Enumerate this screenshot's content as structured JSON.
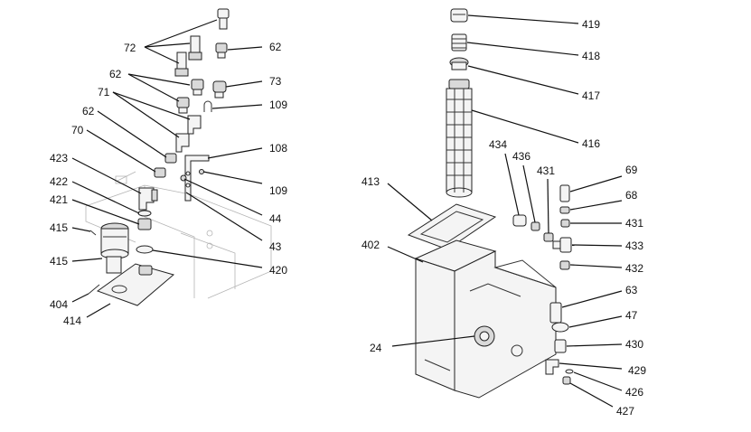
{
  "figure": {
    "callouts": [
      {
        "id": "c72",
        "text": "72"
      },
      {
        "id": "c62a",
        "text": "62"
      },
      {
        "id": "c62b",
        "text": "62"
      },
      {
        "id": "c73",
        "text": "73"
      },
      {
        "id": "c71",
        "text": "71"
      },
      {
        "id": "c109a",
        "text": "109"
      },
      {
        "id": "c62c",
        "text": "62"
      },
      {
        "id": "c70",
        "text": "70"
      },
      {
        "id": "c108",
        "text": "108"
      },
      {
        "id": "c423",
        "text": "423"
      },
      {
        "id": "c109b",
        "text": "109"
      },
      {
        "id": "c422",
        "text": "422"
      },
      {
        "id": "c421",
        "text": "421"
      },
      {
        "id": "c44",
        "text": "44"
      },
      {
        "id": "c415a",
        "text": "415"
      },
      {
        "id": "c43",
        "text": "43"
      },
      {
        "id": "c415b",
        "text": "415"
      },
      {
        "id": "c420",
        "text": "420"
      },
      {
        "id": "c404",
        "text": "404"
      },
      {
        "id": "c414",
        "text": "414"
      },
      {
        "id": "c419",
        "text": "419"
      },
      {
        "id": "c418",
        "text": "418"
      },
      {
        "id": "c417",
        "text": "417"
      },
      {
        "id": "c416",
        "text": "416"
      },
      {
        "id": "c434",
        "text": "434"
      },
      {
        "id": "c436",
        "text": "436"
      },
      {
        "id": "c431a",
        "text": "431"
      },
      {
        "id": "c69",
        "text": "69"
      },
      {
        "id": "c413",
        "text": "413"
      },
      {
        "id": "c68",
        "text": "68"
      },
      {
        "id": "c431b",
        "text": "431"
      },
      {
        "id": "c402",
        "text": "402"
      },
      {
        "id": "c433",
        "text": "433"
      },
      {
        "id": "c432",
        "text": "432"
      },
      {
        "id": "c63",
        "text": "63"
      },
      {
        "id": "c47",
        "text": "47"
      },
      {
        "id": "c24",
        "text": "24"
      },
      {
        "id": "c430",
        "text": "430"
      },
      {
        "id": "c429",
        "text": "429"
      },
      {
        "id": "c426",
        "text": "426"
      },
      {
        "id": "c427",
        "text": "427"
      }
    ]
  }
}
